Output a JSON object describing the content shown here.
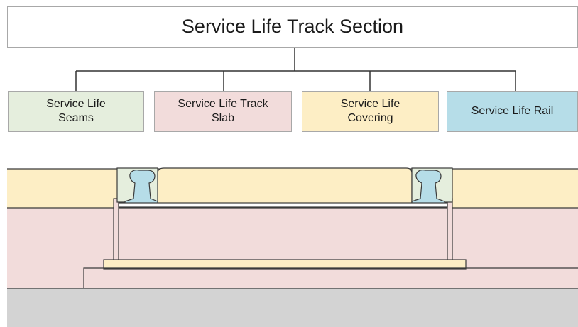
{
  "hierarchy": {
    "root": {
      "label": "Service Life Track Section"
    },
    "children": [
      {
        "label": "Service Life\nSeams",
        "color": "#e5eedd"
      },
      {
        "label": "Service Life Track\nSlab",
        "color": "#f2dcdb"
      },
      {
        "label": "Service Life\nCovering",
        "color": "#fdeec5"
      },
      {
        "label": "Service Life Rail",
        "color": "#b6dde8"
      }
    ]
  },
  "cross_section": {
    "colors": {
      "covering": "#fdeec5",
      "slab": "#f2dcdb",
      "base": "#d3d3d3",
      "rail": "#b6dde8",
      "seam": "#e5eedd"
    }
  }
}
